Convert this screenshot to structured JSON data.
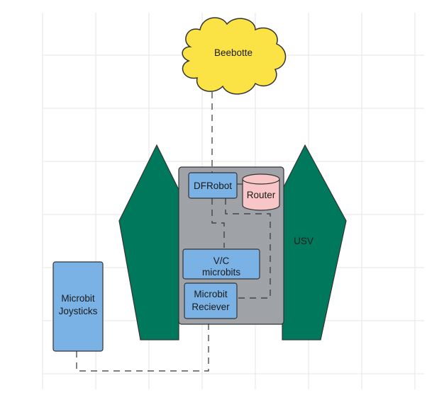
{
  "colors": {
    "cloud_fill": "#fbe345",
    "hull_fill": "#00785c",
    "box_fill": "#9fa3a8",
    "node_fill": "#7ab2e6",
    "router_fill": "#f8c6c6",
    "grid": "#e6e6e6",
    "stroke": "#333333"
  },
  "nodes": {
    "cloud": {
      "label": "Beebotte",
      "icon": "cloud-icon"
    },
    "dfrobot": {
      "label": "DFRobot"
    },
    "router": {
      "label": "Router",
      "icon": "database-cylinder-icon"
    },
    "vc_microbits": {
      "line1": "V/C",
      "line2": "microbits"
    },
    "microbit_receiver": {
      "line1": "Microbit",
      "line2": "Reciever"
    },
    "microbit_joysticks": {
      "line1": "Microbit",
      "line2": "Joysticks"
    },
    "usv": {
      "label": "USV"
    }
  }
}
